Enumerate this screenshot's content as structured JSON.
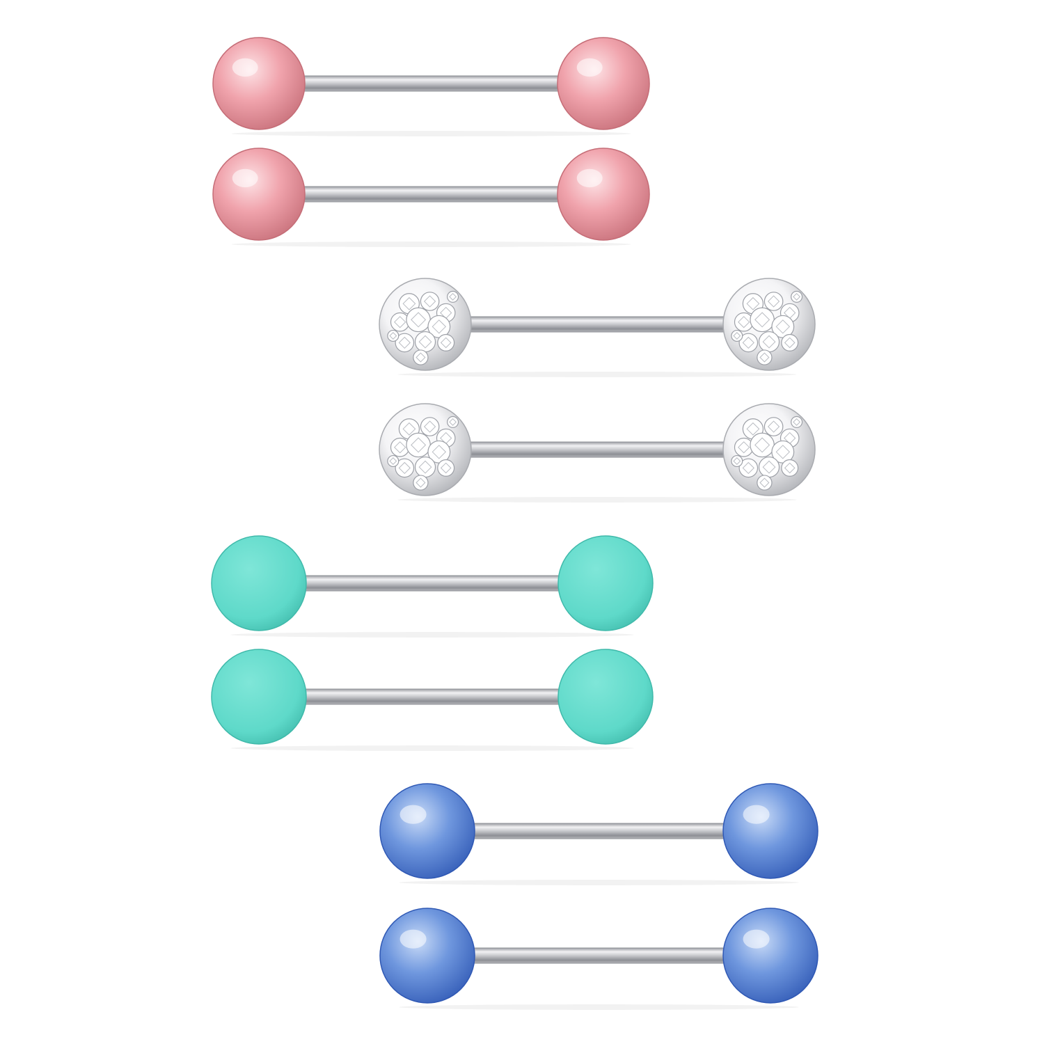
{
  "product": {
    "background": "#ffffff",
    "bar_color": "#c9c9cc",
    "barbells": [
      {
        "finish": "pearl",
        "color": "#f0a3ac",
        "shade": "#c56d77",
        "highlight": "#fde3e6",
        "row": 1
      },
      {
        "finish": "pearl",
        "color": "#f0a3ac",
        "shade": "#c56d77",
        "highlight": "#fde3e6",
        "row": 2
      },
      {
        "finish": "crystal",
        "color": "#f4f4f6",
        "shade": "#a9abb0",
        "highlight": "#ffffff",
        "row": 3
      },
      {
        "finish": "crystal",
        "color": "#f4f4f6",
        "shade": "#a9abb0",
        "highlight": "#ffffff",
        "row": 4
      },
      {
        "finish": "matte",
        "color": "#5ed9c9",
        "shade": "#3fb9aa",
        "highlight": "#7fe6d8",
        "row": 5
      },
      {
        "finish": "matte",
        "color": "#5ed9c9",
        "shade": "#3fb9aa",
        "highlight": "#7fe6d8",
        "row": 6
      },
      {
        "finish": "pearl",
        "color": "#6f97de",
        "shade": "#2f58b4",
        "highlight": "#c9dbf7",
        "row": 7
      },
      {
        "finish": "pearl",
        "color": "#6f97de",
        "shade": "#2f58b4",
        "highlight": "#c9dbf7",
        "row": 8
      }
    ]
  }
}
